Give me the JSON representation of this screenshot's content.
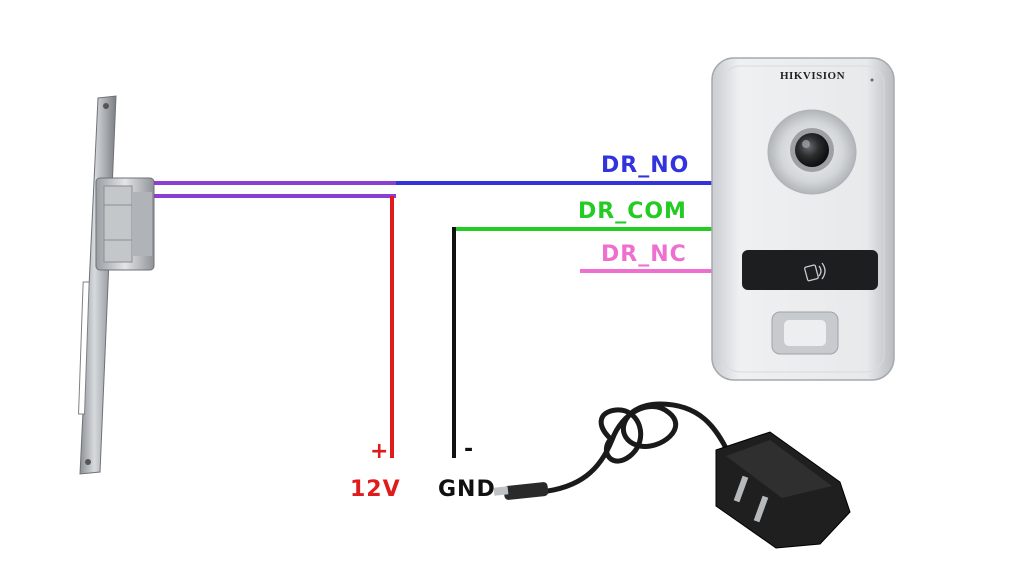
{
  "labels": {
    "dr_no": "DR_NO",
    "dr_com": "DR_COM",
    "dr_nc": "DR_NC",
    "plus": "+",
    "minus": "-",
    "v12": "12V",
    "gnd": "GND"
  },
  "device": {
    "brand": "HIKVISION"
  },
  "colors": {
    "dr_no": "#3333dd",
    "dr_com": "#22cc22",
    "dr_nc": "#ee6fcf",
    "positive": "#e01b1b",
    "ground": "#111111",
    "lock_wire": "#8a3fd0"
  }
}
